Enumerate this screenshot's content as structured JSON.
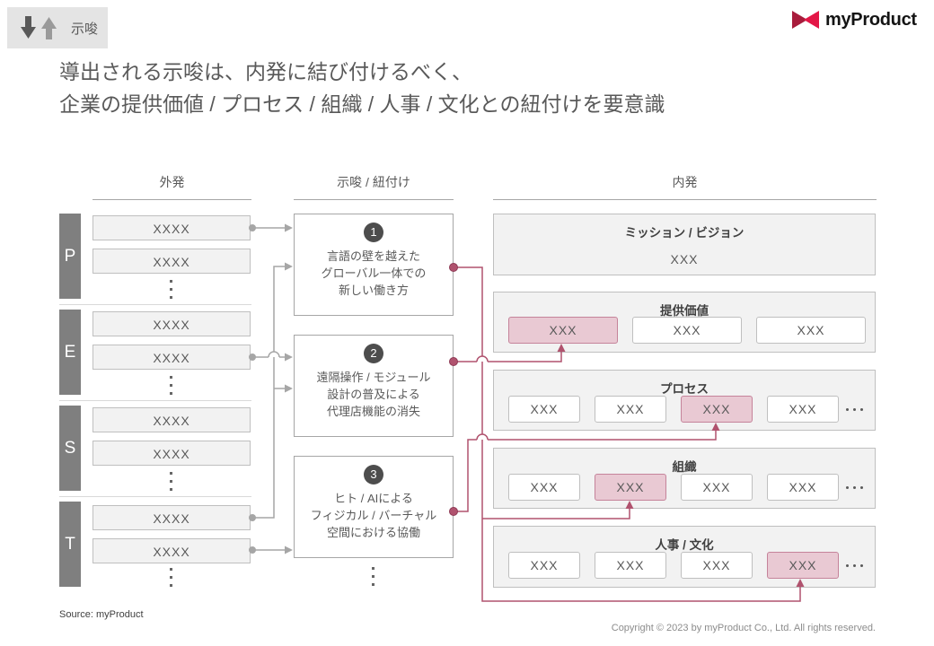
{
  "badge": {
    "label": "示唆"
  },
  "logo": {
    "text": "myProduct"
  },
  "title": {
    "line1": "導出される示唆は、内発に結び付けるべく、",
    "line2": "企業の提供価値 / プロセス / 組織 / 人事 / 文化との紐付けを要意識"
  },
  "columns": {
    "external": "外発",
    "implication": "示唆 / 紐付け",
    "internal": "内発"
  },
  "pest": [
    {
      "letter": "P",
      "items": [
        "XXXX",
        "XXXX"
      ]
    },
    {
      "letter": "E",
      "items": [
        "XXXX",
        "XXXX"
      ]
    },
    {
      "letter": "S",
      "items": [
        "XXXX",
        "XXXX"
      ]
    },
    {
      "letter": "T",
      "items": [
        "XXXX",
        "XXXX"
      ]
    }
  ],
  "implications": [
    {
      "number": "1",
      "lines": [
        "言語の壁を越えた",
        "グローバル一体での",
        "新しい働き方"
      ]
    },
    {
      "number": "2",
      "lines": [
        "遠隔操作 / モジュール",
        "設計の普及による",
        "代理店機能の消失"
      ]
    },
    {
      "number": "3",
      "lines": [
        "ヒト / AIによる",
        "フィジカル / バーチャル",
        "空間における協働"
      ]
    }
  ],
  "internal_sections": [
    {
      "title": "ミッション / ビジョン",
      "items": [
        "XXX"
      ],
      "highlight": -1,
      "has_more": false
    },
    {
      "title": "提供価値",
      "items": [
        "XXX",
        "XXX",
        "XXX"
      ],
      "highlight": 0,
      "has_more": false
    },
    {
      "title": "プロセス",
      "items": [
        "XXX",
        "XXX",
        "XXX",
        "XXX"
      ],
      "highlight": 2,
      "has_more": true
    },
    {
      "title": "組織",
      "items": [
        "XXX",
        "XXX",
        "XXX",
        "XXX"
      ],
      "highlight": 1,
      "has_more": true
    },
    {
      "title": "人事 / 文化",
      "items": [
        "XXX",
        "XXX",
        "XXX",
        "XXX"
      ],
      "highlight": 3,
      "has_more": true
    }
  ],
  "footer": {
    "source": "Source: myProduct",
    "copyright": "Copyright © 2023 by myProduct Co., Ltd.  All rights reserved."
  },
  "colors": {
    "accent_pink": "#b0526e",
    "highlight_fill": "#e9c9d3",
    "highlight_border": "#c5839a",
    "gray_line": "#a6a6a6",
    "bar_fill": "#7f7f7f",
    "section_fill": "#f2f2f2",
    "box_border": "#bfbfbf",
    "circle_fill": "#4d4d4d",
    "badge_bg": "#e4e4e4",
    "logo_red_dark": "#a81c3c",
    "logo_red": "#e31747"
  }
}
